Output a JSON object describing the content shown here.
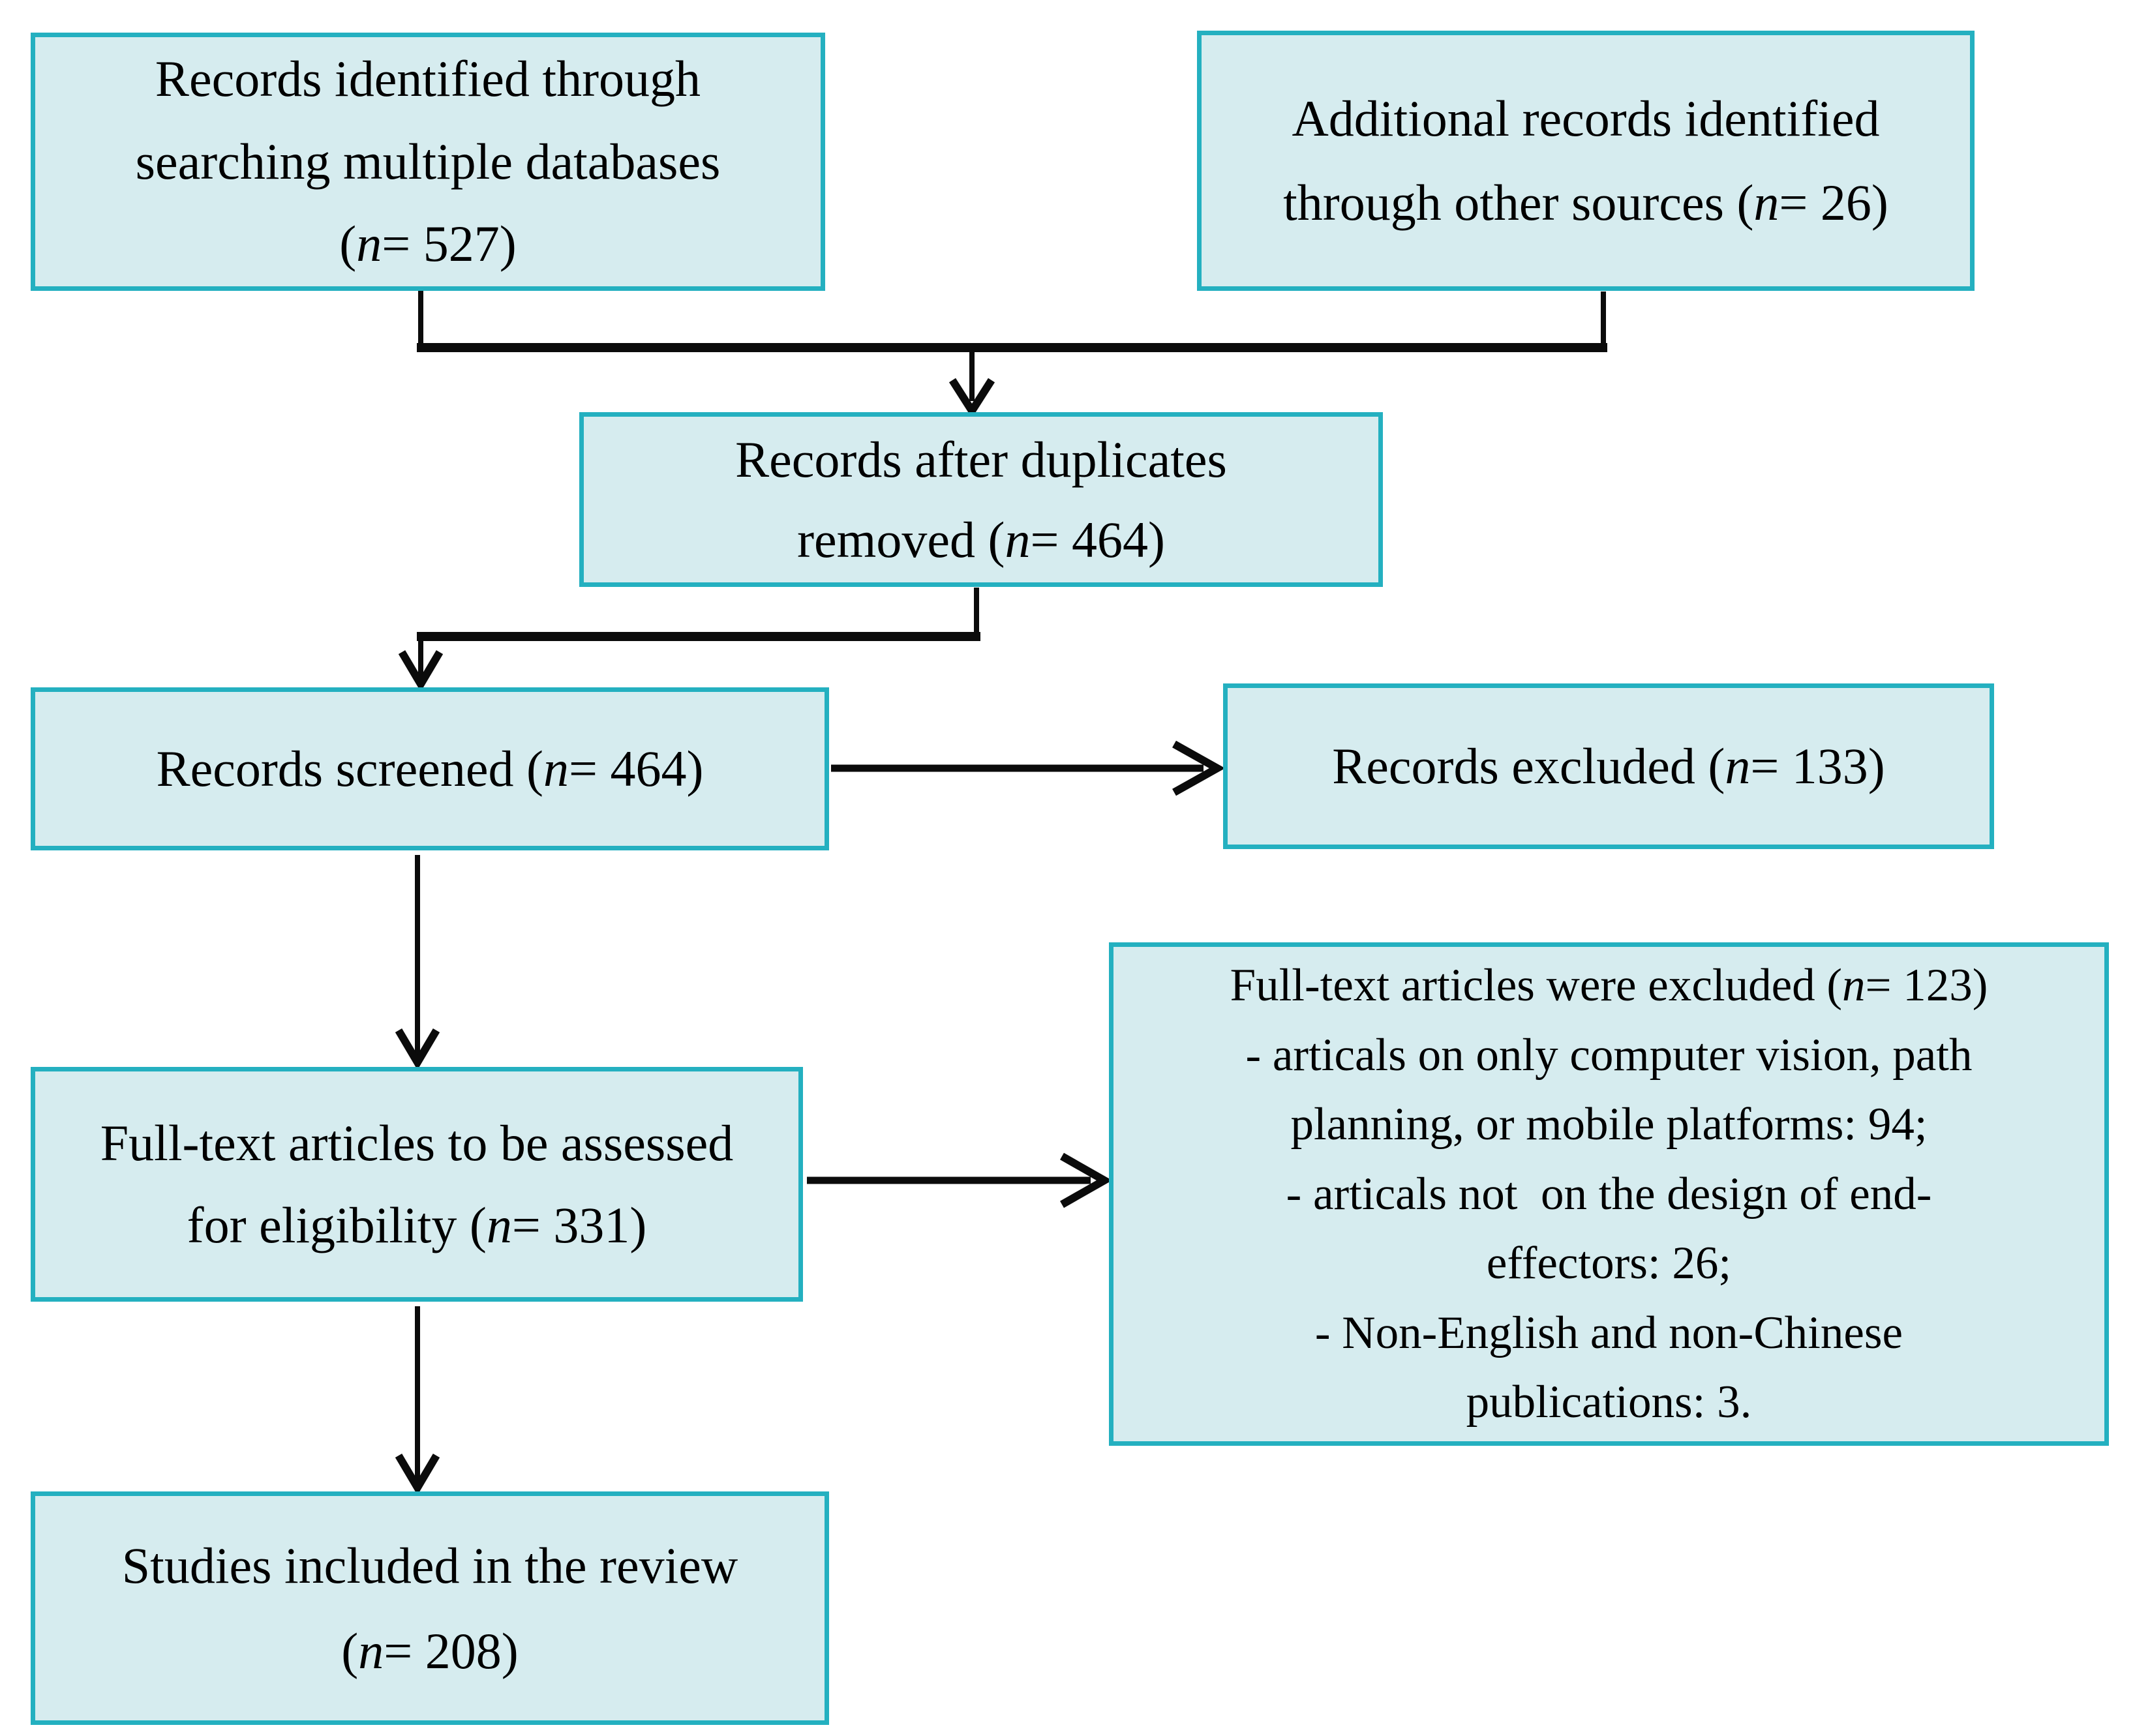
{
  "figure": {
    "type": "flow-diagram",
    "description": "Literature screening flow diagram"
  },
  "colors": {
    "box_fill": "#d6ecef",
    "box_border": "#24b0c0",
    "line": "#0b0b0b",
    "text": "#000000",
    "background": "#ffffff"
  },
  "nodes": {
    "identified": {
      "lines": [
        {
          "t": "Records identified through"
        },
        {
          "t": "searching multiple databases"
        },
        {
          "pre": "(",
          "n": "n",
          "post": "= 527)"
        }
      ]
    },
    "additional": {
      "lines": [
        {
          "t": "Additional records identified"
        },
        {
          "pre": "through other sources (",
          "n": "n",
          "post": "= 26)"
        }
      ]
    },
    "deduplicated": {
      "lines": [
        {
          "t": "Records after duplicates"
        },
        {
          "pre": "removed (",
          "n": "n",
          "post": "= 464)"
        }
      ]
    },
    "screened": {
      "lines": [
        {
          "pre": "Records screened (",
          "n": "n",
          "post": "= 464)"
        }
      ]
    },
    "excluded": {
      "lines": [
        {
          "pre": "Records excluded (",
          "n": "n",
          "post": "= 133)"
        }
      ]
    },
    "fulltext_assessed": {
      "lines": [
        {
          "t": "Full-text articles to be assessed"
        },
        {
          "pre": "for eligibility (",
          "n": "n",
          "post": "= 331)"
        }
      ]
    },
    "fulltext_excluded": {
      "lines": [
        {
          "pre": "Full-text articles were excluded (",
          "n": "n",
          "post": "= 123)"
        },
        {
          "t": "- articals on only computer vision, path"
        },
        {
          "t": "planning, or mobile platforms: 94;"
        },
        {
          "t": "- articals not  on the design of end-"
        },
        {
          "t": "effectors: 26;"
        },
        {
          "t": "- Non-English and non-Chinese"
        },
        {
          "t": "publications: 3."
        }
      ]
    },
    "included": {
      "lines": [
        {
          "t": "Studies included in the review"
        },
        {
          "pre": "(",
          "n": "n",
          "post": "= 208)"
        }
      ]
    }
  }
}
